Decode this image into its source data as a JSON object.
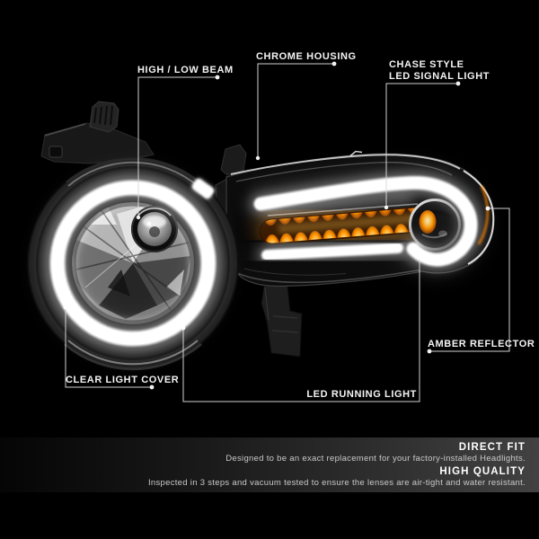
{
  "callouts": [
    {
      "id": "high-low-beam",
      "label": "HIGH / LOW BEAM"
    },
    {
      "id": "chrome-housing",
      "label": "CHROME HOUSING"
    },
    {
      "id": "chase-signal",
      "label": "CHASE STYLE",
      "label2": "LED SIGNAL LIGHT"
    },
    {
      "id": "amber-reflector",
      "label": "AMBER REFLECTOR"
    },
    {
      "id": "led-running-light",
      "label": "LED RUNNING LIGHT"
    },
    {
      "id": "clear-light-cover",
      "label": "CLEAR LIGHT COVER"
    }
  ],
  "info_panel": {
    "items": [
      {
        "title": "DIRECT FIT",
        "description": "Designed to be an exact replacement for your factory-installed Headlights."
      },
      {
        "title": "HIGH QUALITY",
        "description": "Inspected in 3 steps and vacuum tested to ensure the lenses are air-tight and water resistant."
      }
    ]
  },
  "product": {
    "parts": [
      "mounting-bracket",
      "chrome-housing",
      "halo-ring",
      "projector-lens",
      "amber-led-strip",
      "signal-light-cap",
      "amber-reflector-strip",
      "clear-lens"
    ],
    "colors": {
      "background": "#000000",
      "halo_white": "#ffffff",
      "amber": "#ff9400",
      "amber_deep": "#b35200",
      "chrome_light": "#d6d6d6",
      "panel_text": "#c9c9c9",
      "line": "#dcdcdc"
    }
  }
}
